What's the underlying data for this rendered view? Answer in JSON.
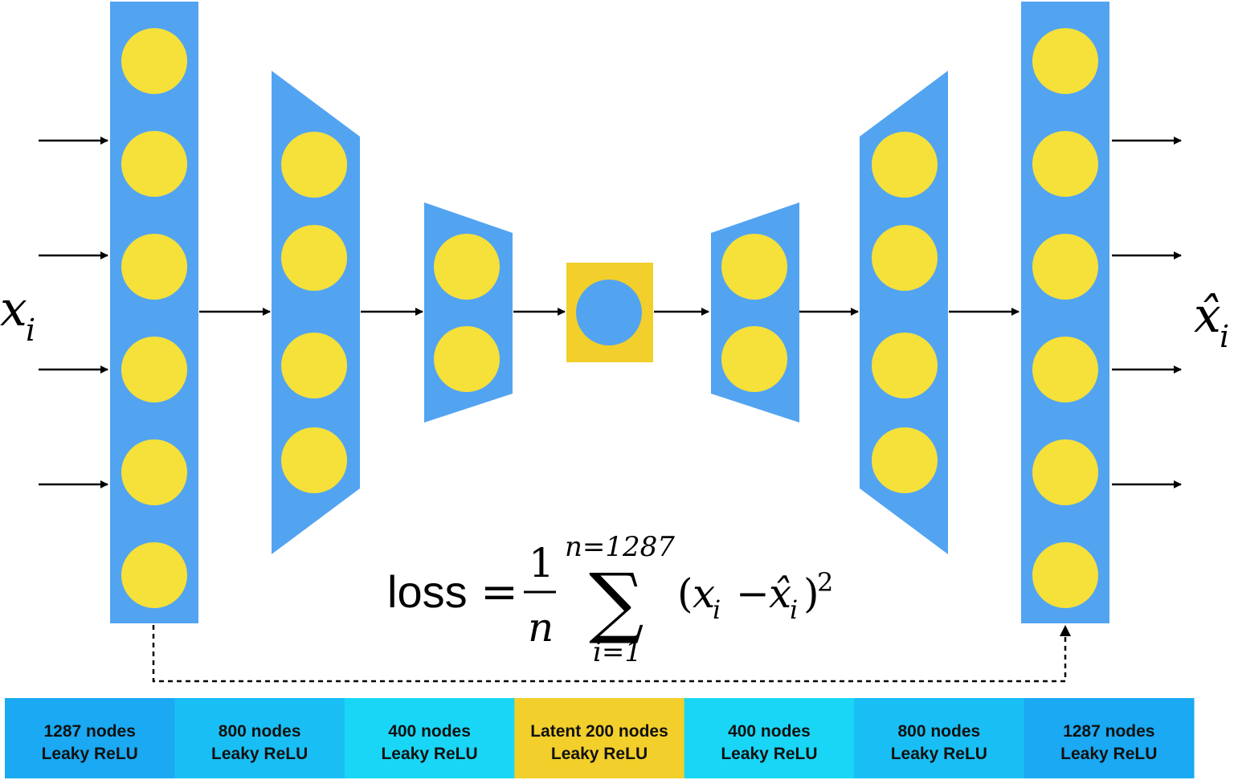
{
  "colors": {
    "layer": "#52a4f1",
    "node": "#f6e03a",
    "latent": "#f2cf2b"
  },
  "input_label": {
    "base": "x",
    "sub": "i"
  },
  "output_label": {
    "base": "x̂",
    "sub": "i"
  },
  "formula": {
    "lhs": "loss",
    "equals": "=",
    "numerator": "1",
    "denominator": "n",
    "sum_symbol": "∑",
    "upper": "n=1287",
    "lower": "i=1",
    "open": "(",
    "x": "x",
    "sub_i": "i",
    "minus": "−",
    "xhat": "x̂",
    "sub_i2": "i",
    "close": ")",
    "power": "2"
  },
  "layers": [
    {
      "nodes_label": "1287 nodes",
      "activation": "Leaky ReLU",
      "color": "#1aa9f2"
    },
    {
      "nodes_label": "800 nodes",
      "activation": "Leaky ReLU",
      "color": "#19bff4"
    },
    {
      "nodes_label": "400 nodes",
      "activation": "Leaky ReLU",
      "color": "#19d6f6"
    },
    {
      "nodes_label": "Latent 200 nodes",
      "activation": "Leaky ReLU",
      "color": "#f2cf2b"
    },
    {
      "nodes_label": "400 nodes",
      "activation": "Leaky ReLU",
      "color": "#19d6f6"
    },
    {
      "nodes_label": "800 nodes",
      "activation": "Leaky ReLU",
      "color": "#19bff4"
    },
    {
      "nodes_label": "1287 nodes",
      "activation": "Leaky ReLU",
      "color": "#1aa9f2"
    }
  ]
}
